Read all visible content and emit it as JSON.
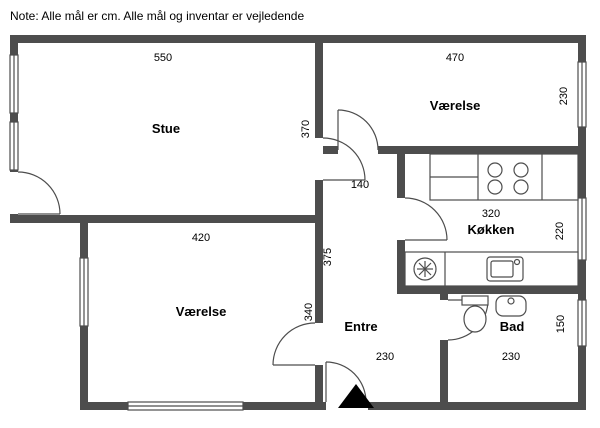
{
  "note": "Note: Alle mål er cm. Alle mål og inventar er vejledende",
  "rooms": {
    "stue": {
      "label": "Stue",
      "width_cm": "550",
      "height_cm": "370"
    },
    "vaerelse_top": {
      "label": "Værelse",
      "width_cm": "470",
      "height_cm": "230"
    },
    "koekken": {
      "label": "Køkken",
      "width_cm": "320",
      "height_cm": "220"
    },
    "vaerelse_bottom": {
      "label": "Værelse",
      "width_cm": "420",
      "height_cm": "340"
    },
    "entre": {
      "label": "Entre",
      "width_cm": "230",
      "height_cm": "375",
      "hall_width_cm": "140"
    },
    "bad": {
      "label": "Bad",
      "width_cm": "230",
      "height_cm": "150"
    }
  },
  "colors": {
    "wall": "#4d4d4d",
    "line": "#4d4d4d",
    "background": "#ffffff",
    "arrow": "#000000",
    "text": "#000000"
  }
}
